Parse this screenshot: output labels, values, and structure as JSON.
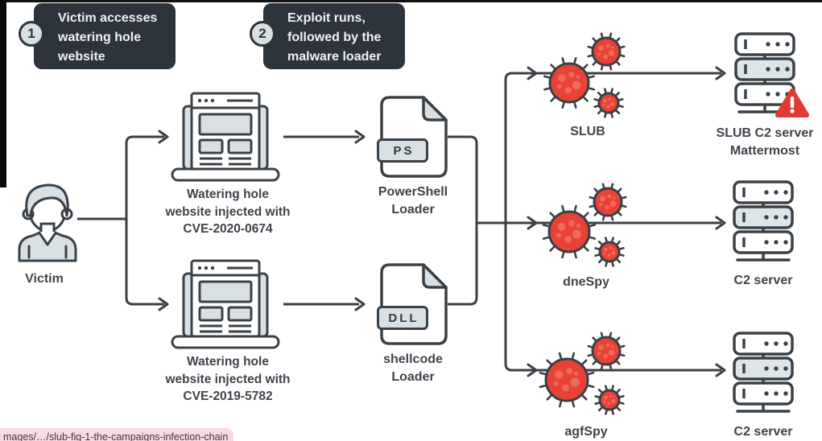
{
  "steps": [
    {
      "number": "1",
      "text": "Victim accesses watering hole website"
    },
    {
      "number": "2",
      "text": "Exploit runs, followed by the malware loader"
    }
  ],
  "victim": {
    "label": "Victim"
  },
  "websites": [
    {
      "lines": [
        "Watering hole",
        "website injected with",
        "CVE-2020-0674"
      ]
    },
    {
      "lines": [
        "Watering hole",
        "website injected with",
        "CVE-2019-5782"
      ]
    }
  ],
  "loaders": [
    {
      "badge": "PS",
      "lines": [
        "PowerShell",
        "Loader"
      ]
    },
    {
      "badge": "DLL",
      "lines": [
        "shellcode",
        "Loader"
      ]
    }
  ],
  "malware": [
    {
      "name": "SLUB"
    },
    {
      "name": "dneSpy"
    },
    {
      "name": "agfSpy"
    }
  ],
  "servers": [
    {
      "lines": [
        "SLUB C2 server",
        "Mattermost"
      ],
      "warning": true
    },
    {
      "lines": [
        "C2 server"
      ],
      "warning": false
    },
    {
      "lines": [
        "C2 server"
      ],
      "warning": false
    }
  ],
  "status_bar": {
    "text": "mages/…/slub-fig-1-the-campaigns-infection-chain"
  },
  "icons": {
    "victim": "person-icon",
    "website": "laptop-browser-icon",
    "loader": "file-document-icon",
    "malware": "virus-icon",
    "server": "server-rack-icon",
    "alert": "warning-triangle-icon",
    "step": "numbered-step-badge"
  },
  "colors": {
    "outline": "#3a4046",
    "callout_bg": "#2e343b",
    "light_fill": "#d9e0e4",
    "virus_red": "#e84236",
    "warning_red": "#e13a2f",
    "status_bar_pink": "#f8dae3"
  }
}
